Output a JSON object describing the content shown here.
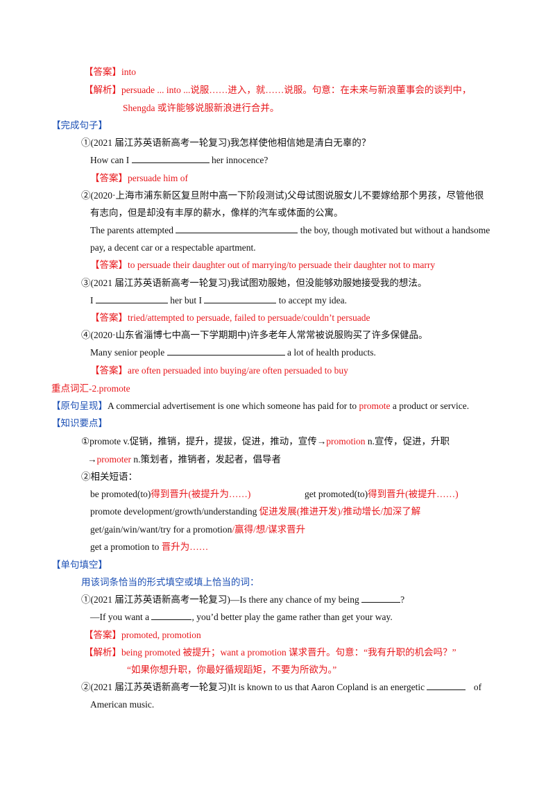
{
  "b1": {
    "answer_tag": "【答案】",
    "answer": "into",
    "analysis_tag": "【解析】",
    "analysis_1": "persuade ... into ...说服……进入，就……说服。句意：在未来与新浪董事会的谈判中，",
    "analysis_2": "Shengda 或许能够说服新浪进行合并。"
  },
  "s1": {
    "heading": "【完成句子】",
    "q1": "①(2021 届江苏英语新高考一轮复习)我怎样使他相信她是清白无辜的？",
    "q1_en_a": "How can I",
    "q1_en_b": "her innocence?",
    "answer_tag": "【答案】",
    "a1": "persuade him of",
    "q2_1": "②(2020·上海市浦东新区复旦附中高一下阶段测试)父母试图说服女儿不要嫁给那个男孩，尽管他很",
    "q2_2": "有志向，但是却没有丰厚的薪水，像样的汽车或体面的公寓。",
    "q2_en_a": "The parents attempted",
    "q2_en_b": "the boy, though motivated but without a handsome",
    "q2_en_c": "pay, a decent car or a respectable apartment.",
    "a2": "to persuade their daughter out of marrying/to persuade their daughter  not  to  marry",
    "q3": "③(2021 届江苏英语新高考一轮复习)我试图劝服她，但没能够劝服她接受我的想法。",
    "q3_en_a": "I",
    "q3_en_b": "her but I",
    "q3_en_c": "to accept my idea.",
    "a3": "tried/attempted to persuade, failed to persuade/couldn’t persuade",
    "q4": "④(2020·山东省淄博七中高一下学期期中)许多老年人常常被说服购买了许多保健品。",
    "q4_en_a": "Many senior people",
    "q4_en_b": "a lot of health products.",
    "a4": "are  often  persuaded  into buying/are  often  persuaded  to  buy"
  },
  "vocab": {
    "heading": "重点词汇-2.promote",
    "orig_tag": "【原句呈现】",
    "orig_a": "A commercial advertisement is one which someone has paid for to",
    "orig_word": "promote",
    "orig_b": "a product or service.",
    "kp_tag": "【知识要点】",
    "kp1_a": "①promote  v.促销，推销，提升，提拔，促进，推动，宣传→",
    "kp1_word": "promotion",
    "kp1_b": "n.宣传，促进，升职",
    "kp2_arrow": "→",
    "kp2_word": "promoter",
    "kp2_b": "n.策划者，推销者，发起者，倡导者",
    "phr_title": "②相关短语：",
    "p1_en": "be promoted(to)",
    "p1_cn": "得到晋升(被提升为……)",
    "p2_en": "get promoted(to)",
    "p2_cn": "得到晋升(被提升……)",
    "p3_en": "promote development/growth/understanding",
    "p3_cn": "促进发展(推进开发)/推动增长/加深了解",
    "p4_en": "get/gain/win/want/try  for  a  promotion",
    "p4_cn": "/赢得/想/谋求晋升",
    "p5_en": "get  a  promotion  to",
    "p5_cn": "晋升为……"
  },
  "fill": {
    "heading": "【单句填空】",
    "instr": "用该词条恰当的形式填空或填上恰当的词：",
    "q1_a": "①(2021 届江苏英语新高考一轮复习)—Is there any chance of my being",
    "q1_b": "?",
    "q1_c": "—If you want a",
    "q1_d": ", you’d better play the game rather than get your way.",
    "answer_tag": "【答案】",
    "a1": "promoted,  promotion",
    "analysis_tag": "【解析】",
    "an_1": "being  promoted 被提升；want  a  promotion 谋求晋升。句意：“我有升职的机会吗？”",
    "an_2": "“如果你想升职，你最好循规蹈矩，不要为所欲为。”",
    "q2_a": "②(2021 届江苏英语新高考一轮复习)It is known to us that Aaron Copland is an energetic",
    "q2_b": "of",
    "q2_c": "American music."
  }
}
